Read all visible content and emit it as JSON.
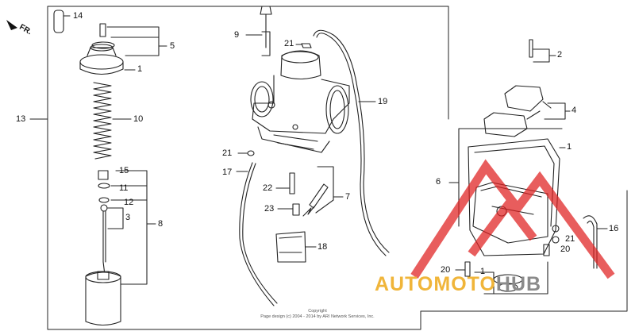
{
  "direction_label": "FR.",
  "callouts": [
    "14",
    "5",
    "1",
    "13",
    "10",
    "15",
    "11",
    "12",
    "3",
    "8",
    "9",
    "21",
    "19",
    "21",
    "17",
    "22",
    "23",
    "7",
    "18",
    "2",
    "4",
    "1",
    "6",
    "21",
    "20",
    "16",
    "20",
    "1"
  ],
  "copyright": {
    "line1": "Copyright",
    "line2": "Page design (c) 2004 - 2014 by ARI Network Services, Inc."
  },
  "watermark": {
    "word1": "AUTOMOTO",
    "word2": "HUB",
    "color_orange": "#f0b53a",
    "color_gray": "#8a8a8a",
    "color_red": "#e02020"
  }
}
